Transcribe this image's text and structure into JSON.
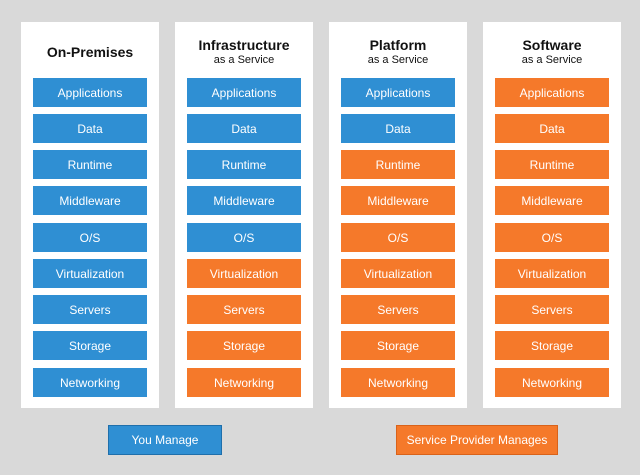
{
  "colors": {
    "you_manage": "#2f8fd3",
    "provider_manages": "#f5792a"
  },
  "columns": [
    {
      "title_line1": "On-Premises",
      "title_line2": "",
      "layers": [
        {
          "label": "Applications",
          "managed_by": "you"
        },
        {
          "label": "Data",
          "managed_by": "you"
        },
        {
          "label": "Runtime",
          "managed_by": "you"
        },
        {
          "label": "Middleware",
          "managed_by": "you"
        },
        {
          "label": "O/S",
          "managed_by": "you"
        },
        {
          "label": "Virtualization",
          "managed_by": "you"
        },
        {
          "label": "Servers",
          "managed_by": "you"
        },
        {
          "label": "Storage",
          "managed_by": "you"
        },
        {
          "label": "Networking",
          "managed_by": "you"
        }
      ]
    },
    {
      "title_line1": "Infrastructure",
      "title_line2": "as a Service",
      "layers": [
        {
          "label": "Applications",
          "managed_by": "you"
        },
        {
          "label": "Data",
          "managed_by": "you"
        },
        {
          "label": "Runtime",
          "managed_by": "you"
        },
        {
          "label": "Middleware",
          "managed_by": "you"
        },
        {
          "label": "O/S",
          "managed_by": "you"
        },
        {
          "label": "Virtualization",
          "managed_by": "provider"
        },
        {
          "label": "Servers",
          "managed_by": "provider"
        },
        {
          "label": "Storage",
          "managed_by": "provider"
        },
        {
          "label": "Networking",
          "managed_by": "provider"
        }
      ]
    },
    {
      "title_line1": "Platform",
      "title_line2": "as a Service",
      "layers": [
        {
          "label": "Applications",
          "managed_by": "you"
        },
        {
          "label": "Data",
          "managed_by": "you"
        },
        {
          "label": "Runtime",
          "managed_by": "provider"
        },
        {
          "label": "Middleware",
          "managed_by": "provider"
        },
        {
          "label": "O/S",
          "managed_by": "provider"
        },
        {
          "label": "Virtualization",
          "managed_by": "provider"
        },
        {
          "label": "Servers",
          "managed_by": "provider"
        },
        {
          "label": "Storage",
          "managed_by": "provider"
        },
        {
          "label": "Networking",
          "managed_by": "provider"
        }
      ]
    },
    {
      "title_line1": "Software",
      "title_line2": "as a Service",
      "layers": [
        {
          "label": "Applications",
          "managed_by": "provider"
        },
        {
          "label": "Data",
          "managed_by": "provider"
        },
        {
          "label": "Runtime",
          "managed_by": "provider"
        },
        {
          "label": "Middleware",
          "managed_by": "provider"
        },
        {
          "label": "O/S",
          "managed_by": "provider"
        },
        {
          "label": "Virtualization",
          "managed_by": "provider"
        },
        {
          "label": "Servers",
          "managed_by": "provider"
        },
        {
          "label": "Storage",
          "managed_by": "provider"
        },
        {
          "label": "Networking",
          "managed_by": "provider"
        }
      ]
    }
  ],
  "legend": {
    "you_manage": "You Manage",
    "provider_manages": "Service Provider Manages"
  }
}
